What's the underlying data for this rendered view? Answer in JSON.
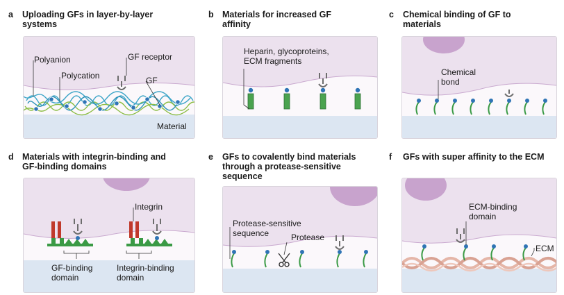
{
  "panels": [
    {
      "letter": "a",
      "title_lines": [
        "Uploading GFs in layer-by-layer",
        "systems"
      ],
      "labels": {
        "polyanion": "Polyanion",
        "polycation": "Polycation",
        "gf_receptor": "GF receptor",
        "gf": "GF",
        "material": "Material"
      }
    },
    {
      "letter": "b",
      "title_lines": [
        "Materials for increased GF",
        "affinity"
      ],
      "labels": {
        "heparin_lines": [
          "Heparin, glycoproteins,",
          "ECM fragments"
        ]
      }
    },
    {
      "letter": "c",
      "title_lines": [
        "Chemical binding of GF to",
        "materials"
      ],
      "labels": {
        "bond_lines": [
          "Chemical",
          "bond"
        ]
      }
    },
    {
      "letter": "d",
      "title_lines": [
        "Materials with integrin-binding and",
        "GF-binding domains"
      ],
      "labels": {
        "integrin": "Integrin",
        "gf_binding_lines": [
          "GF-binding",
          "domain"
        ],
        "integrin_binding_lines": [
          "Integrin-binding",
          "domain"
        ]
      }
    },
    {
      "letter": "e",
      "title_lines": [
        "GFs to covalently bind materials",
        "through a protease-sensitive",
        "sequence"
      ],
      "labels": {
        "protease_sensitive_lines": [
          "Protease-sensitive",
          "sequence"
        ],
        "protease": "Protease"
      }
    },
    {
      "letter": "f",
      "title_lines": [
        "GFs with super affinity to the ECM"
      ],
      "labels": {
        "ecm_binding_lines": [
          "ECM-binding",
          "domain"
        ],
        "ecm": "ECM"
      }
    }
  ],
  "colors": {
    "cell": "#c8a3cd",
    "cell_zone": "#ece1ee",
    "substrate": "#dce6f2",
    "blue_ball": "#2f74b5",
    "green": "#3a9a45",
    "polyanion": "#3fa6c8",
    "polycation": "#8cbd44",
    "integrin": "#c0392b",
    "ecm": "#e5b6a8"
  }
}
